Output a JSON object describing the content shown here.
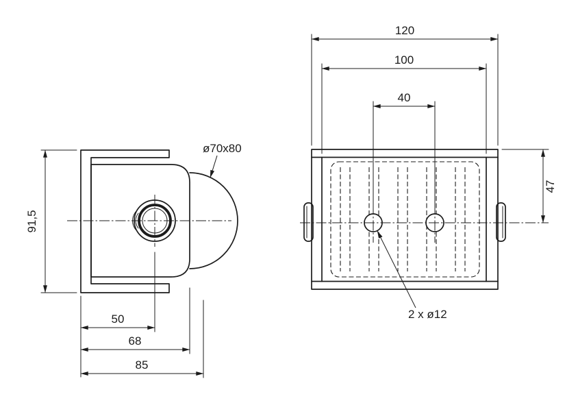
{
  "colors": {
    "line": "#1c1c1c",
    "background": "#ffffff"
  },
  "side_view": {
    "dim_height": "91,5",
    "dome_label": "ø70x80",
    "dim_50": "50",
    "dim_68": "68",
    "dim_85": "85"
  },
  "front_view": {
    "dim_120": "120",
    "dim_100": "100",
    "dim_40": "40",
    "dim_47": "47",
    "holes_label": "2 x ø12"
  }
}
